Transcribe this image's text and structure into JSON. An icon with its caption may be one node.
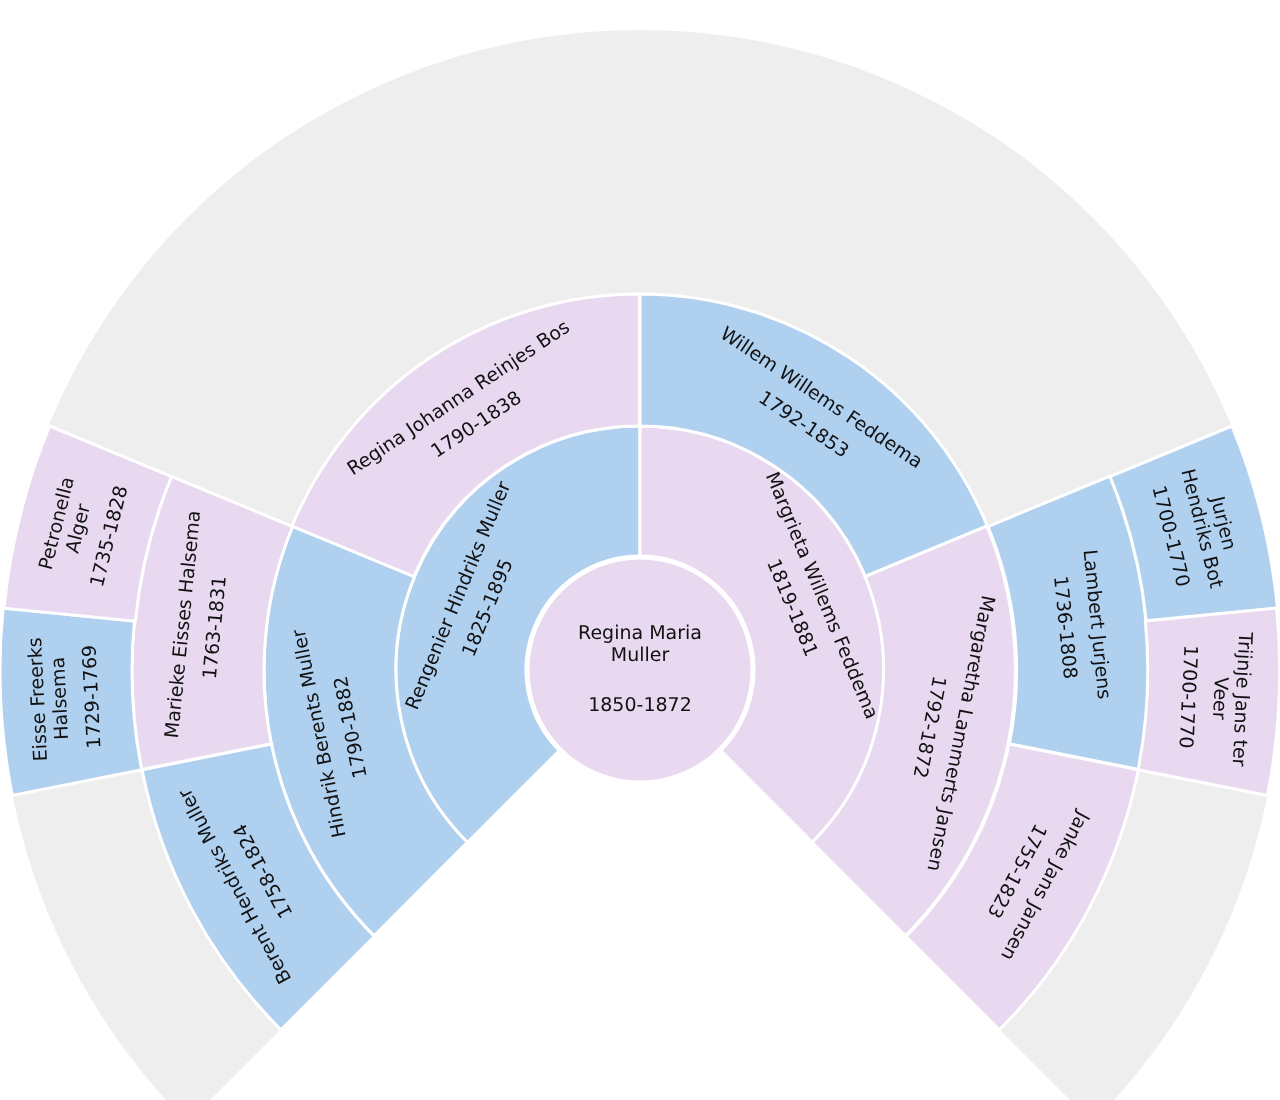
{
  "diagram": {
    "nodes": [
      {
        "text": [
          "Regina Maria Muller",
          "1850-1872"
        ]
      },
      {
        "text": [
          "Rengenier Hindriks Muller",
          "1825-1895"
        ]
      },
      {
        "text": [
          "Margrieta Willems Feddema",
          "1819-1881"
        ]
      },
      {
        "text": [
          "Hindrik Berents Muller",
          "1790-1882"
        ]
      },
      {
        "text": [
          "Regina Johanna Reinjes Bos",
          "1790-1838"
        ]
      },
      {
        "text": [
          "Willem Willems Feddema",
          "1792-1853"
        ]
      },
      {
        "text": [
          "Margaretha Lammerts Jansen",
          "1792-1872"
        ]
      },
      {
        "text": [
          "Berent Hendriks Muller",
          "1758-1824"
        ]
      },
      {
        "text": [
          "Marieke Eisses Halsema",
          "1763-1831"
        ]
      },
      {
        "text": [
          "Lambert Jurjens",
          "1736-1808"
        ]
      },
      {
        "text": [
          "Janke Jans Jansen",
          "1755-1823"
        ]
      },
      {
        "text": [
          "Eisse Freerks Halsema",
          "1729-1769"
        ]
      },
      {
        "text": [
          "Petronella Alger",
          "1735-1828"
        ]
      },
      {
        "text": [
          "Jurjen Hendriks Bot",
          "1700-1770"
        ]
      },
      {
        "text": [
          "Trijnje Jans ter Veer",
          "1700-1770"
        ]
      }
    ]
  }
}
